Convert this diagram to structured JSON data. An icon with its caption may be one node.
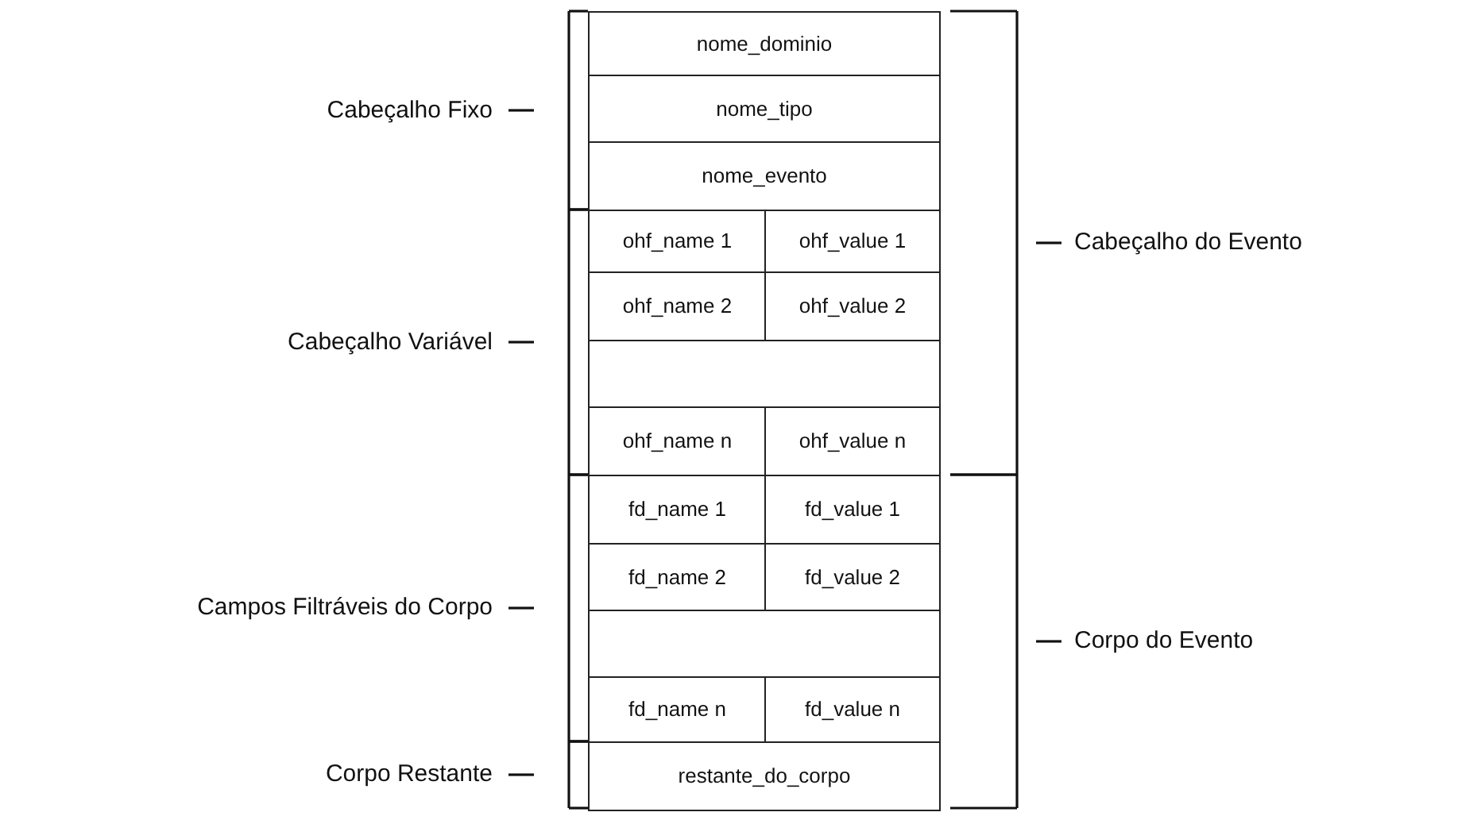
{
  "diagram": {
    "nodes": [
      {
        "text": [
          "nome_dominio"
        ]
      },
      {
        "text": [
          "nome_tipo"
        ]
      },
      {
        "text": [
          "nome_evento"
        ]
      },
      {
        "text": [
          "ohf_name 1"
        ]
      },
      {
        "text": [
          "ohf_value 1"
        ]
      },
      {
        "text": [
          "ohf_name 2"
        ]
      },
      {
        "text": [
          "ohf_value 2"
        ]
      },
      {
        "text": [],
        "shape": "box"
      },
      {
        "text": [
          "ohf_name n"
        ]
      },
      {
        "text": [
          "ohf_value n"
        ]
      },
      {
        "text": [
          "fd_name 1"
        ]
      },
      {
        "text": [
          "fd_value 1"
        ]
      },
      {
        "text": [
          "fd_name 2"
        ]
      },
      {
        "text": [
          "fd_value 2"
        ]
      },
      {
        "text": [],
        "shape": "box"
      },
      {
        "text": [
          "fd_name n"
        ]
      },
      {
        "text": [
          "fd_value n"
        ]
      },
      {
        "text": [
          "restante_do_corpo"
        ]
      }
    ],
    "labels": [
      "Cabeçalho Fixo",
      "Cabeçalho do Evento",
      "Cabeçalho Variável",
      "Campos Filtráveis do Corpo",
      "Corpo do Evento",
      "Corpo Restante"
    ]
  }
}
